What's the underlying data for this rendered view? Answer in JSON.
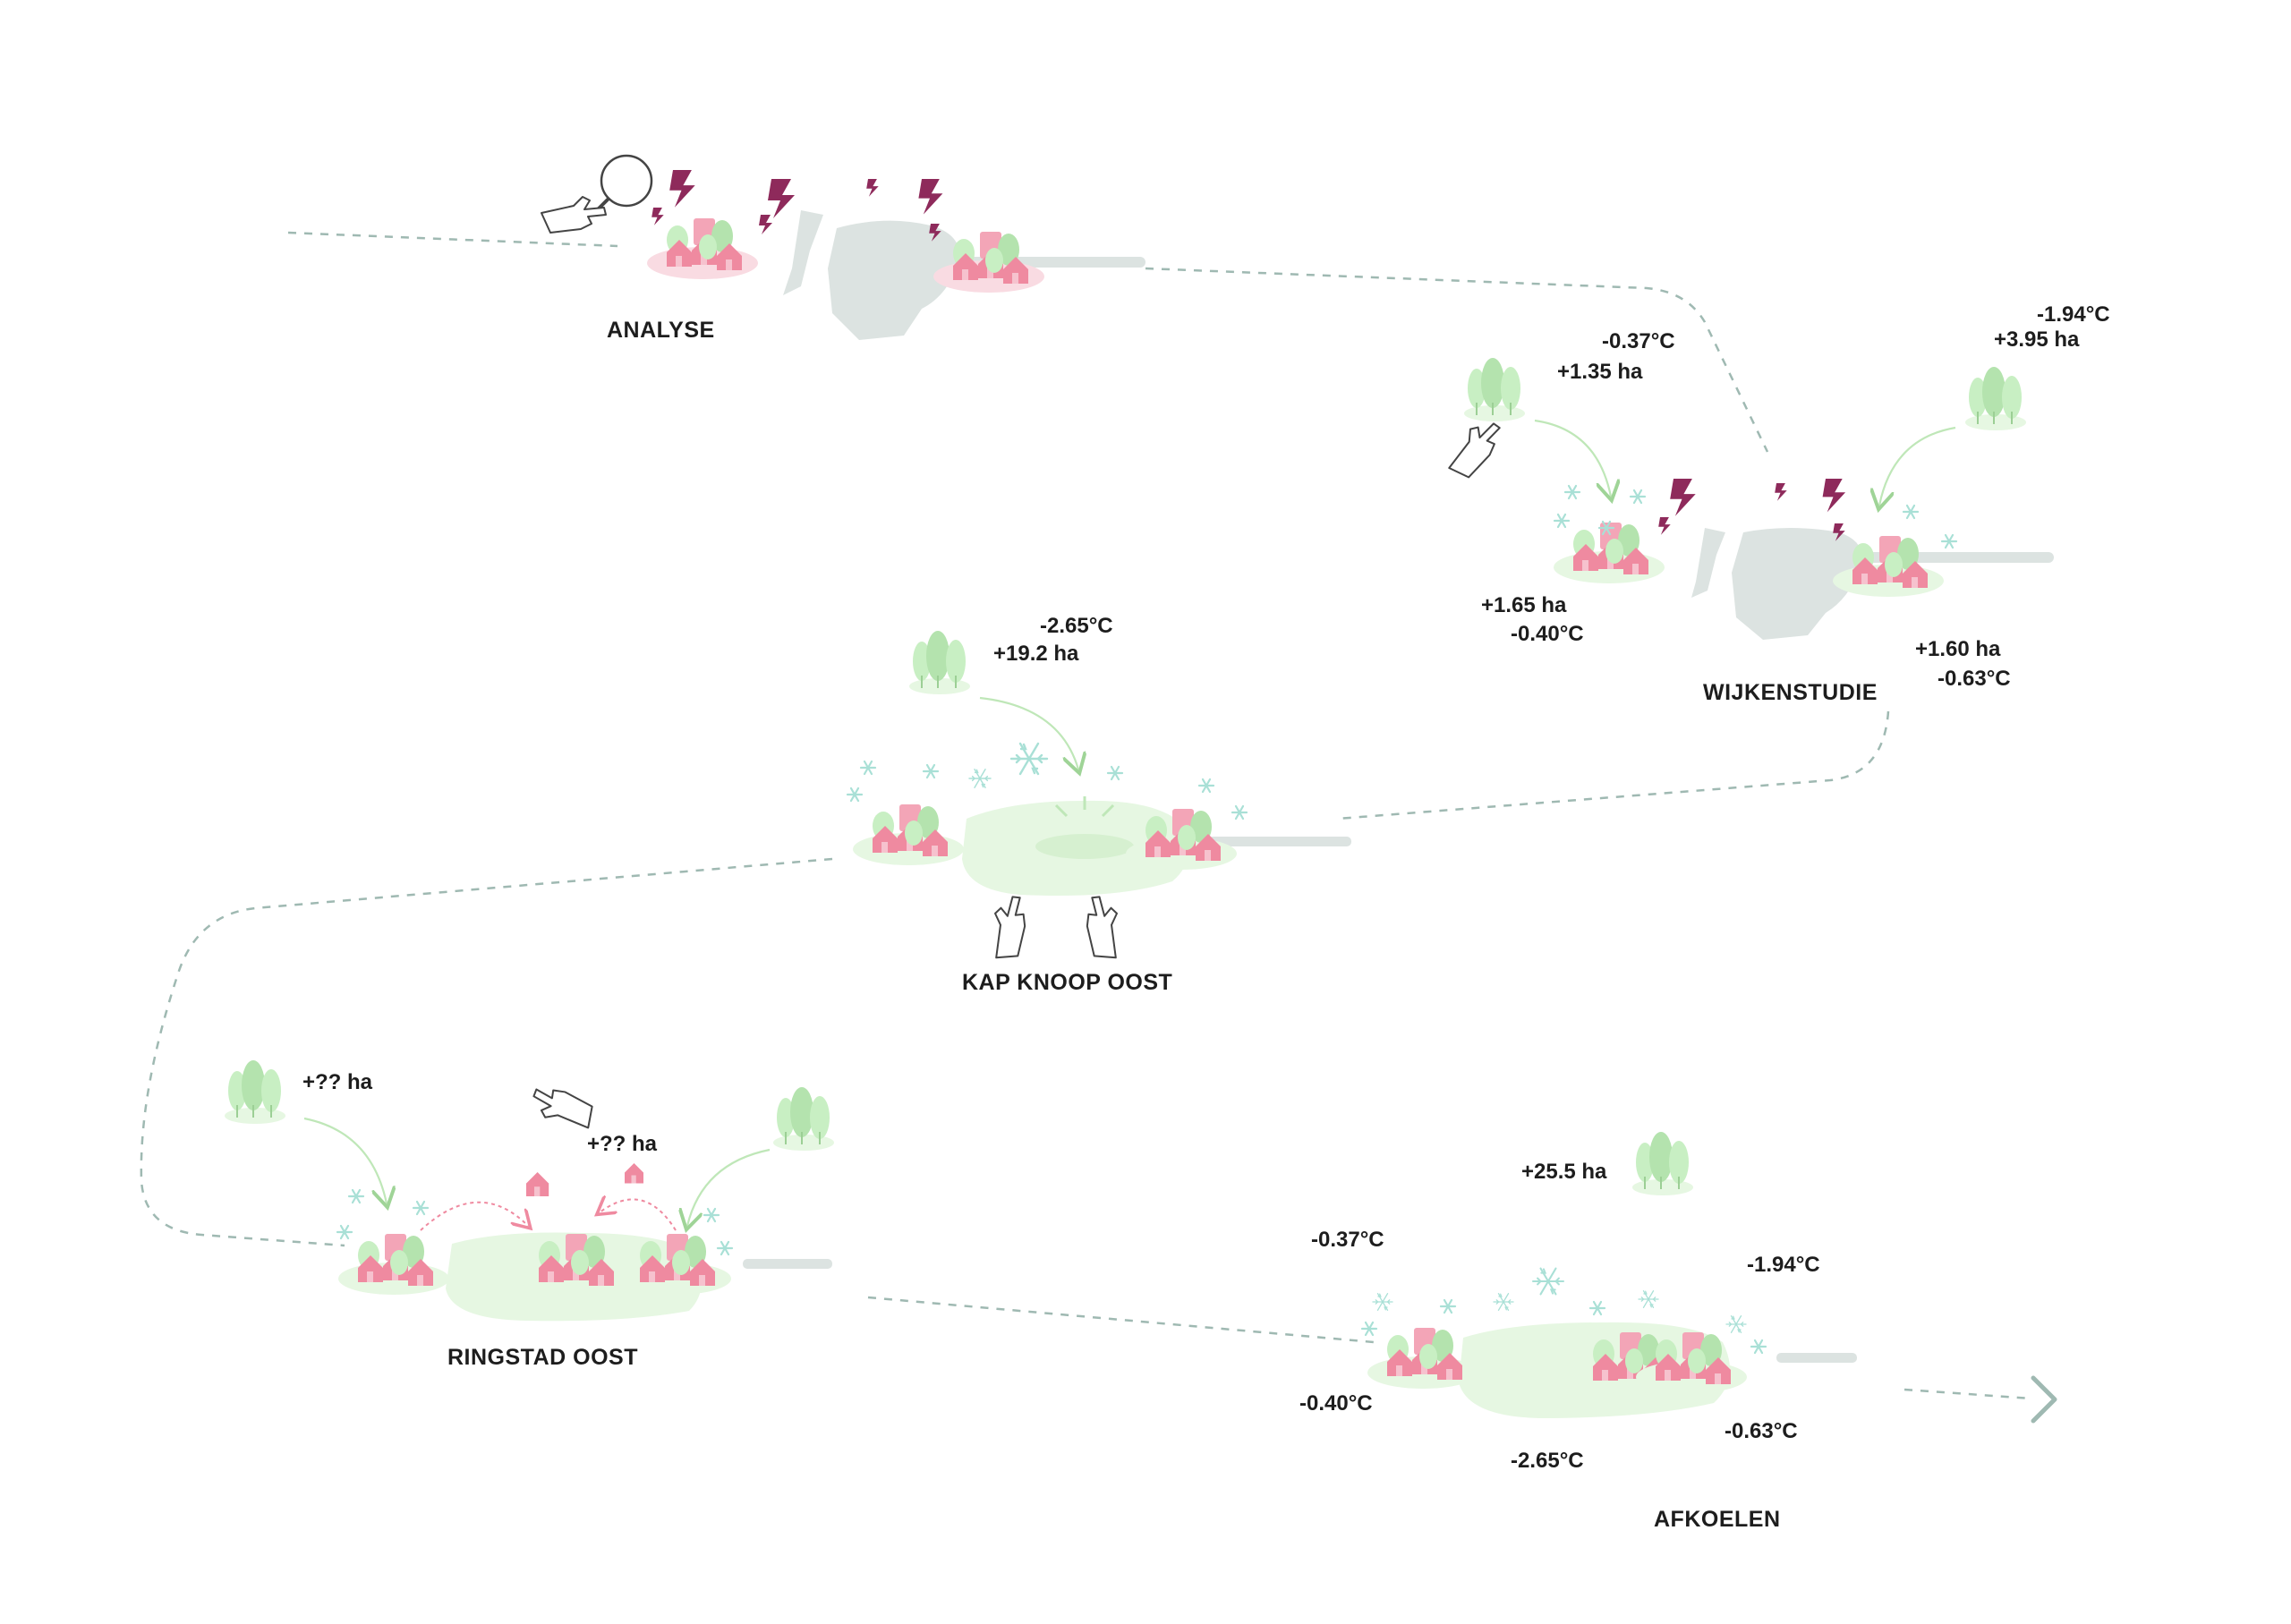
{
  "colors": {
    "path": "#9fb9b2",
    "greenland": "#e6f7e2",
    "tree": "#c8efc3",
    "tree_dark": "#b4e3ae",
    "house": "#ef8aa0",
    "house_light": "#f6c2ce",
    "heat": "#8e2a5b",
    "water": "#dce3e1",
    "snow": "#a9e0d6",
    "arrow": "#bfe7b8",
    "outline": "#444444"
  },
  "icons": {
    "magnifier": "magnifier-icon",
    "hand": "hand-icon",
    "heat": "heat-lightning-icon",
    "snowflake": "snowflake-icon",
    "tree": "tree-cluster-icon",
    "house": "house-icon"
  },
  "stages": {
    "analyse": {
      "title": "ANALYSE"
    },
    "wijkenstudie": {
      "title": "WIJKENSTUDIE",
      "left_source_temp": "-0.37°C",
      "left_source_area": "+1.35 ha",
      "right_source_temp": "-1.94°C",
      "right_source_area": "+3.95 ha",
      "left_result_area": "+1.65 ha",
      "left_result_temp": "-0.40°C",
      "right_result_area": "+1.60 ha",
      "right_result_temp": "-0.63°C"
    },
    "kap_knoop_oost": {
      "title": "KAP KNOOP OOST",
      "source_temp": "-2.65°C",
      "source_area": "+19.2 ha"
    },
    "ringstad_oost": {
      "title": "RINGSTAD OOST",
      "left_source_area": "+?? ha",
      "hand_area": "+?? ha"
    },
    "afkoelen": {
      "title": "AFKOELEN",
      "total_area": "+25.5 ha",
      "temp_left_top": "-0.37°C",
      "temp_right_top": "-1.94°C",
      "temp_left_bottom": "-0.40°C",
      "temp_right_bottom": "-0.63°C",
      "temp_center_bottom": "-2.65°C"
    }
  }
}
